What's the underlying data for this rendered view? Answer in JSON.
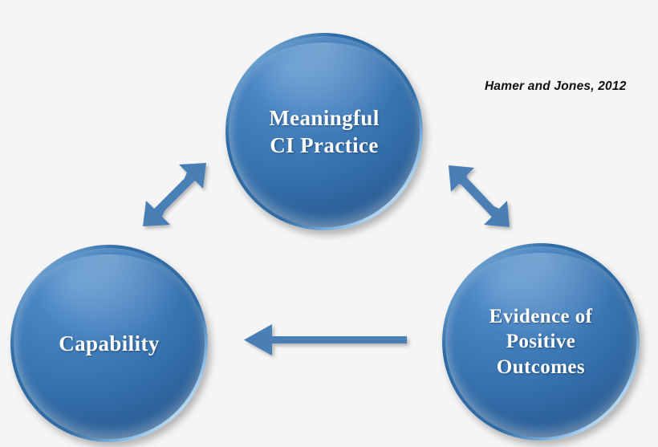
{
  "diagram": {
    "background_color": "#f5f5f5",
    "node_fill_color": "#3a77b5",
    "node_text_color": "#ffffff",
    "arrow_color": "#4a7fb5",
    "nodes": [
      {
        "id": "meaningful-ci-practice",
        "label": "Meaningful\nCI  Practice",
        "position": "top"
      },
      {
        "id": "capability",
        "label": "Capability",
        "position": "bottom-left"
      },
      {
        "id": "evidence-of-positive-outcomes",
        "label": "Evidence of\nPositive\nOutcomes",
        "position": "bottom-right"
      }
    ],
    "connectors": [
      {
        "id": "capability-practice",
        "style": "double-headed",
        "direction": "diagonal-ne-sw",
        "from": "capability",
        "to": "meaningful-ci-practice"
      },
      {
        "id": "practice-evidence",
        "style": "double-headed",
        "direction": "diagonal-nw-se",
        "from": "meaningful-ci-practice",
        "to": "evidence-of-positive-outcomes"
      },
      {
        "id": "evidence-capability",
        "style": "single-headed",
        "direction": "left",
        "from": "evidence-of-positive-outcomes",
        "to": "capability"
      }
    ]
  },
  "credit": {
    "text": "Hamer and Jones, 2012"
  }
}
